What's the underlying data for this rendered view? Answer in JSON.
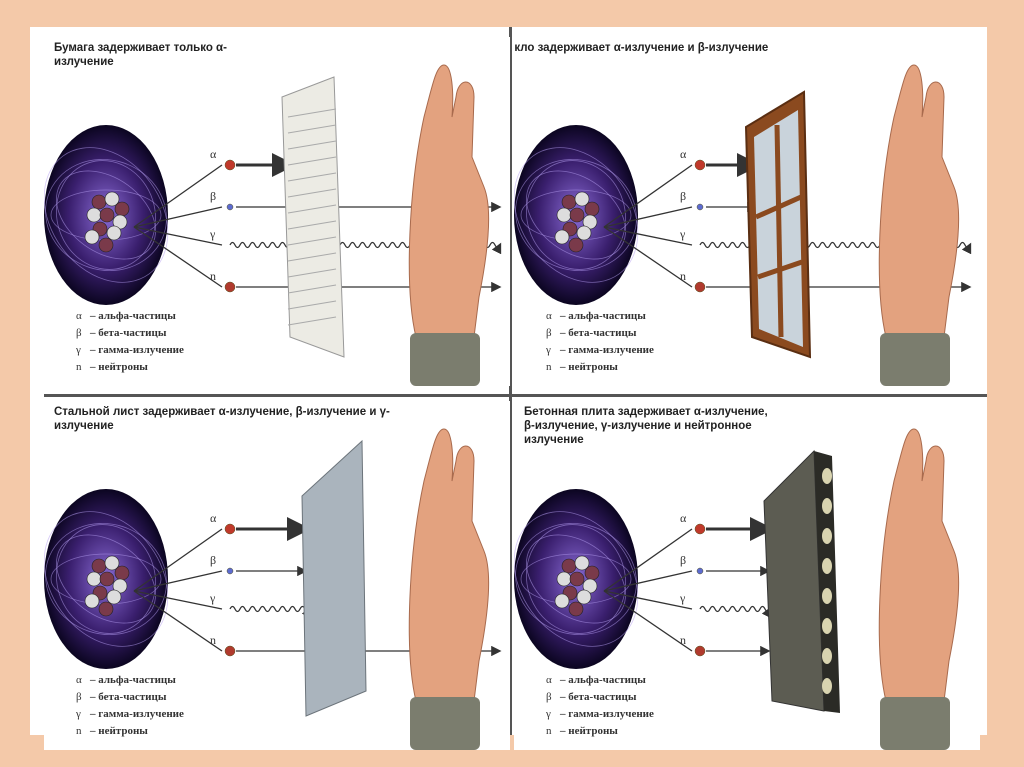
{
  "panels": [
    {
      "title": "Бумага задерживает только α-излучение",
      "barrier": "paper",
      "stops": {
        "alpha": true,
        "beta": false,
        "gamma": false,
        "neutron": false
      }
    },
    {
      "title": "Стекло задерживает α-излучение и β-излучение",
      "barrier": "glass",
      "stops": {
        "alpha": true,
        "beta": true,
        "gamma": false,
        "neutron": false
      }
    },
    {
      "title": "Стальной лист задерживает α-излучение, β-излучение и γ-излучение",
      "barrier": "steel",
      "stops": {
        "alpha": true,
        "beta": true,
        "gamma": true,
        "neutron": false
      }
    },
    {
      "title": "Бетонная плита задерживает α-излучение, β-излучение, γ-излучение и нейтронное излучение",
      "barrier": "concrete",
      "stops": {
        "alpha": true,
        "beta": true,
        "gamma": true,
        "neutron": true
      }
    }
  ],
  "particle_symbols": {
    "alpha": "α",
    "beta": "β",
    "gamma": "γ",
    "neutron": "n"
  },
  "legend": [
    {
      "sym": "α",
      "text": "– альфа-частицы"
    },
    {
      "sym": "β",
      "text": "– бета-частицы"
    },
    {
      "sym": "γ",
      "text": "– гамма-излучение"
    },
    {
      "sym": "n",
      "text": "– нейтроны"
    }
  ],
  "colors": {
    "background": "#f4c9a9",
    "atom": "#3a1f6e",
    "alpha": "#c0392b",
    "beta": "#5d6bd1",
    "neutron": "#b03a2e",
    "arrow": "#333333",
    "skin": "#e3a27f"
  }
}
